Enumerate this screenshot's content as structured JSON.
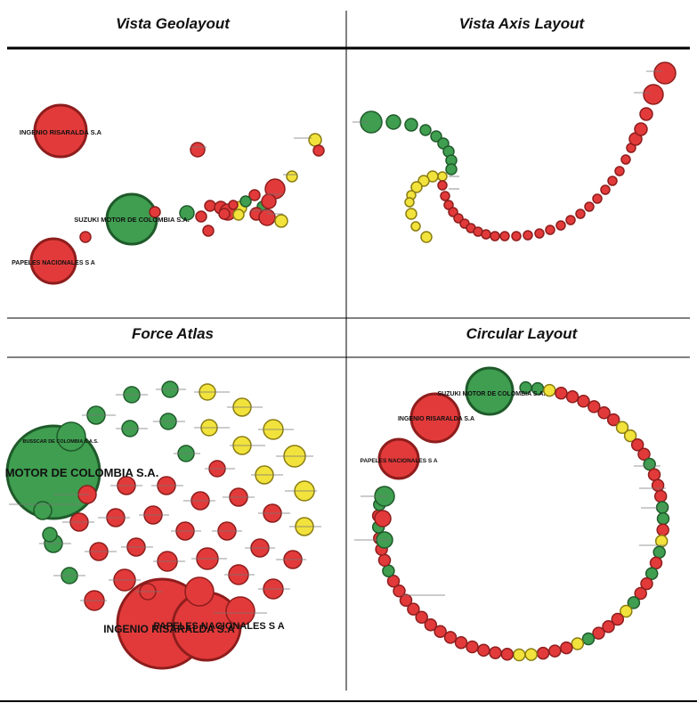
{
  "panels": {
    "geo": {
      "title": "Vista Geolayout"
    },
    "axis": {
      "title": "Vista Axis Layout"
    },
    "force": {
      "title": "Force Atlas"
    },
    "circular": {
      "title": "Circular Layout"
    }
  },
  "colors": {
    "red": "#e23a3a",
    "red_stroke": "#8e1d1d",
    "green": "#3f9e50",
    "green_stroke": "#1f5a2a",
    "yellow": "#f2e23c",
    "yellow_stroke": "#8a7d10",
    "rule": "#000000"
  },
  "node_labels": {
    "ingenio": "INGENIO RISARALDA S.A",
    "suzuki": "SUZUKI MOTOR DE COLOMBIA S.A.",
    "papeles": "PAPELES NACIONALES S A",
    "suzuki_force": "MOTOR DE COLOMBIA S.A.",
    "ingenio_force": "INGENIO RISARALDA S.A",
    "papeles_force": "PAPELES NACIONALES S A",
    "boscar": "BUSSCAR DE COLOMBIA S.A.S.",
    "circ_suzuki": "SUZUKI MOTOR DE COLOMBIA S.A.",
    "circ_ingenio": "INGENIO RISARALDA S.A",
    "circ_papeles": "PAPELES NACIONALES S A"
  }
}
